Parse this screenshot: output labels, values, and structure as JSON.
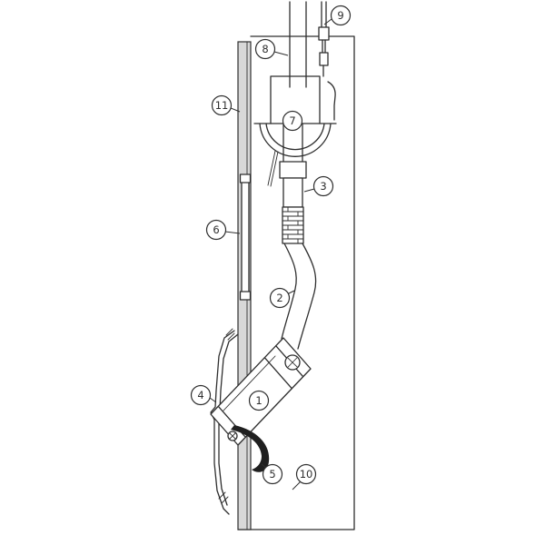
{
  "figure": {
    "colors": {
      "background": "#ffffff",
      "line": "#2e2e2e",
      "wall_fill": "#d8d8d8",
      "hook_fill": "#1f1f1f"
    },
    "callouts": [
      {
        "label": "1"
      },
      {
        "label": "2"
      },
      {
        "label": "3"
      },
      {
        "label": "4"
      },
      {
        "label": "5"
      },
      {
        "label": "6"
      },
      {
        "label": "7"
      },
      {
        "label": "8"
      },
      {
        "label": "9"
      },
      {
        "label": "10"
      },
      {
        "label": "11"
      }
    ]
  }
}
